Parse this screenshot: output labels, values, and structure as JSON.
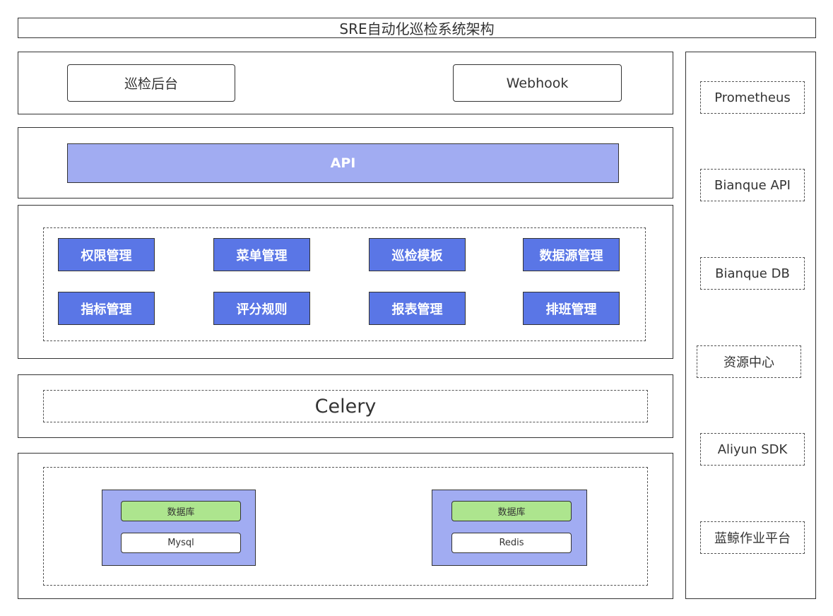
{
  "title": "SRE自动化巡检系统架构",
  "frontend": {
    "admin": "巡检后台",
    "webhook": "Webhook"
  },
  "api": {
    "label": "API"
  },
  "modules": [
    "权限管理",
    "菜单管理",
    "巡检模板",
    "数据源管理",
    "指标管理",
    "评分规则",
    "报表管理",
    "排班管理"
  ],
  "celery": {
    "label": "Celery"
  },
  "storage": [
    {
      "type": "数据库",
      "name": "Mysql"
    },
    {
      "type": "数据库",
      "name": "Redis"
    }
  ],
  "external": [
    "Prometheus",
    "Bianque API",
    "Bianque DB",
    "资源中心",
    "Aliyun SDK",
    "蓝鲸作业平台"
  ],
  "colors": {
    "api_fill": "#a1acf2",
    "module_fill": "#5a76e6",
    "db_label_fill": "#ade58e"
  }
}
